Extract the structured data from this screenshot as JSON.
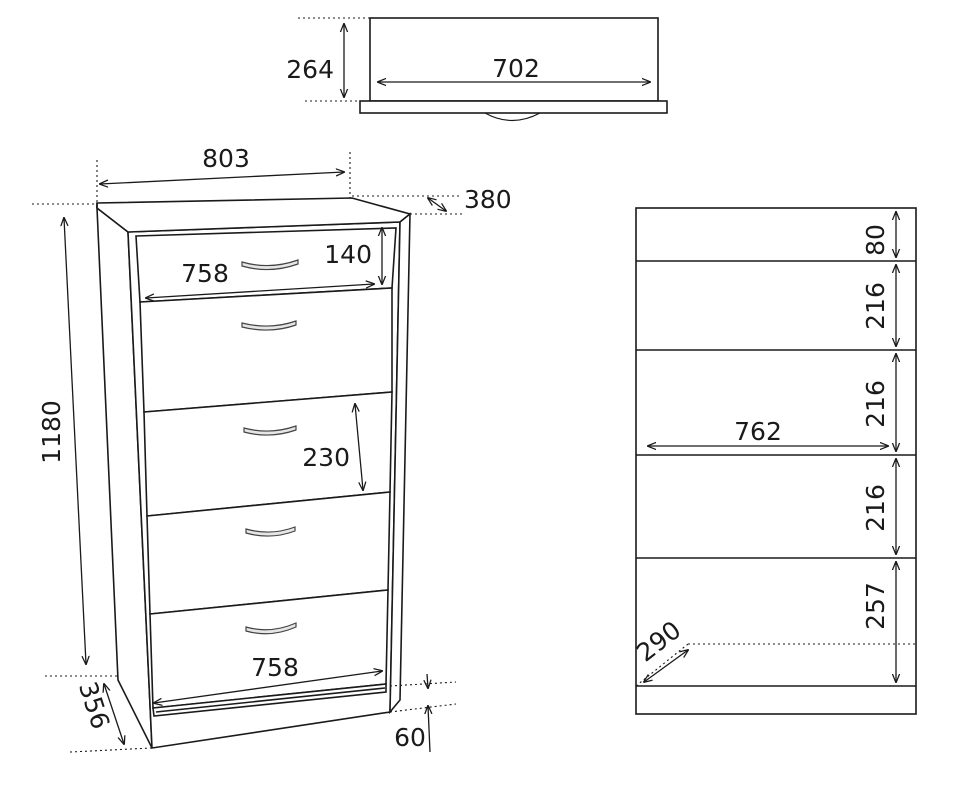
{
  "diagram": {
    "top_view": {
      "height": "264",
      "width": "702"
    },
    "front_view": {
      "width": "803",
      "depth": "380",
      "height": "1180",
      "top_drawer_height": "140",
      "top_drawer_width": "758",
      "drawer_height": "230",
      "bottom_width": "758",
      "base_height": "60",
      "base_depth": "356"
    },
    "side_view": {
      "heights": [
        "80",
        "216",
        "216",
        "216",
        "257"
      ],
      "inner_width": "762",
      "inner_depth": "290"
    }
  }
}
